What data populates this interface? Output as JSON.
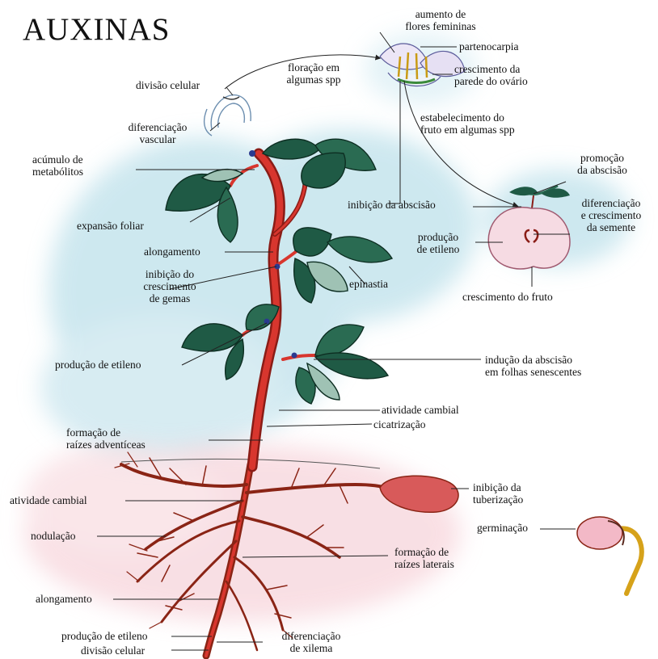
{
  "title": "AUXINAS",
  "labels": {
    "aumento_flores": [
      "aumento de",
      "flores femininas"
    ],
    "partenocarpia": [
      "partenocarpia"
    ],
    "crescimento_parede": [
      "crescimento da",
      "parede do ovário"
    ],
    "floracao": [
      "floração em",
      "algumas spp"
    ],
    "divisao_celular_top": [
      "divisão celular"
    ],
    "diferenciacao_vascular": [
      "diferenciação",
      "vascular"
    ],
    "estabelecimento_fruto": [
      "estabelecimento   do",
      "fruto em algumas spp"
    ],
    "acumulo_metabolitos": [
      "acúmulo de",
      "metabólitos"
    ],
    "promocao_abscisao": [
      "promoção",
      "da abscisão"
    ],
    "inibicao_abscisao": [
      "inibição da abscisão"
    ],
    "diferenciacao_semente": [
      "diferenciação",
      "e crescimento",
      "da semente"
    ],
    "expansao_foliar": [
      "expansão foliar"
    ],
    "producao_etileno_fruto": [
      "produção",
      "de etileno"
    ],
    "alongamento_caule": [
      "alongamento"
    ],
    "inibicao_gemas": [
      "inibição do",
      "crescimento",
      "de gemas"
    ],
    "epinastia": [
      "epinastia"
    ],
    "crescimento_fruto": [
      "crescimento do fruto"
    ],
    "producao_etileno_folha": [
      "produção de etileno"
    ],
    "inducao_abscisao": [
      "indução da abscisão",
      "em folhas senescentes"
    ],
    "atividade_cambial_caule": [
      "atividade cambial"
    ],
    "formacao_adventicias": [
      "formação de",
      "raízes adventíceas"
    ],
    "cicatrizacao": [
      "cicatrização"
    ],
    "atividade_cambial_raiz": [
      "atividade cambial"
    ],
    "inibicao_tuberizacao": [
      "inibição da",
      "tuberização"
    ],
    "nodulacao": [
      "nodulação"
    ],
    "germinacao": [
      "germinação"
    ],
    "formacao_laterais": [
      "formação de",
      "raízes laterais"
    ],
    "alongamento_raiz": [
      "alongamento"
    ],
    "producao_etileno_raiz": [
      "produção de etileno"
    ],
    "diferenciacao_xilema": [
      "diferenciação",
      "de xilema"
    ],
    "divisao_celular_raiz": [
      "divisão celular"
    ]
  },
  "colors": {
    "stem": "#d8362e",
    "stem_dark": "#8a1c16",
    "leaf": "#1f5a45",
    "leaf_light": "#9fc2b4",
    "sky_wash": "#a6d6e3",
    "soil_wash": "#f5cbd3",
    "root": "#8a2415",
    "tuber": "#d85a5a",
    "fruit": "#f6dbe3",
    "pointer": "#222222"
  }
}
